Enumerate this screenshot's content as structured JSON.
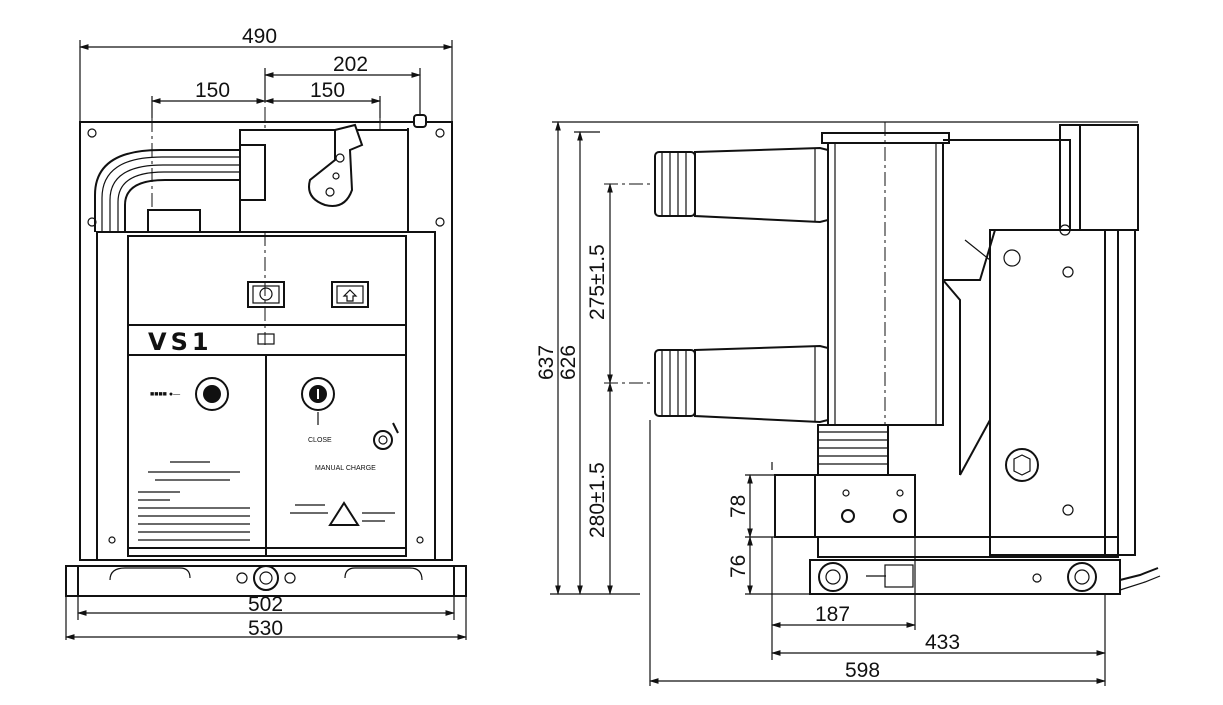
{
  "front_view": {
    "model": "VS1",
    "dims": {
      "overall_width_top": "490",
      "pole_offset": "202",
      "pole_spacing_left": "150",
      "pole_spacing_right": "150",
      "rail_inner": "502",
      "rail_outer": "530"
    },
    "labels": {
      "close": "CLOSE",
      "manual_charge": "MANUAL CHARGE"
    }
  },
  "side_view": {
    "dims": {
      "total_height": "637",
      "body_height": "626",
      "upper_contact": "275±1.5",
      "lower_contact": "280±1.5",
      "block_height": "78",
      "base_height": "76",
      "depth_187": "187",
      "depth_433": "433",
      "depth_598": "598"
    }
  }
}
